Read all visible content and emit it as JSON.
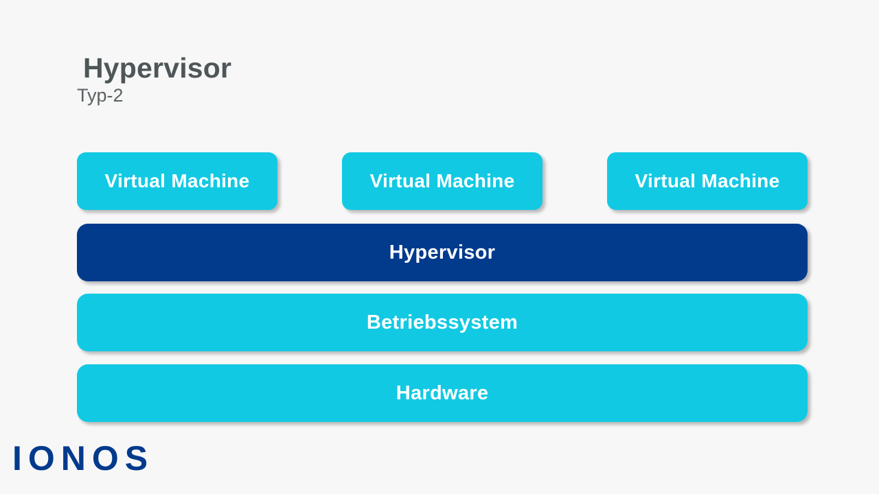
{
  "slide": {
    "background_color": "#f7f7f7",
    "heading": {
      "title": "Hypervisor",
      "subtitle": "Typ-2",
      "title_color": "#4e5659",
      "subtitle_color": "#5b6163"
    },
    "colors": {
      "cyan": "#12c9e3",
      "navy": "#023a8c",
      "label_text": "#ffffff"
    },
    "vm_row": {
      "boxes": [
        {
          "label": "Virtual Machine",
          "color": "#12c9e3"
        },
        {
          "label": "Virtual Machine",
          "color": "#12c9e3"
        },
        {
          "label": "Virtual Machine",
          "color": "#12c9e3"
        }
      ]
    },
    "layers": [
      {
        "label": "Hypervisor",
        "color": "#023a8c"
      },
      {
        "label": "Betriebssystem",
        "color": "#12c9e3"
      },
      {
        "label": "Hardware",
        "color": "#12c9e3"
      }
    ],
    "brand": {
      "name": "IONOS",
      "color": "#023a8c"
    }
  }
}
